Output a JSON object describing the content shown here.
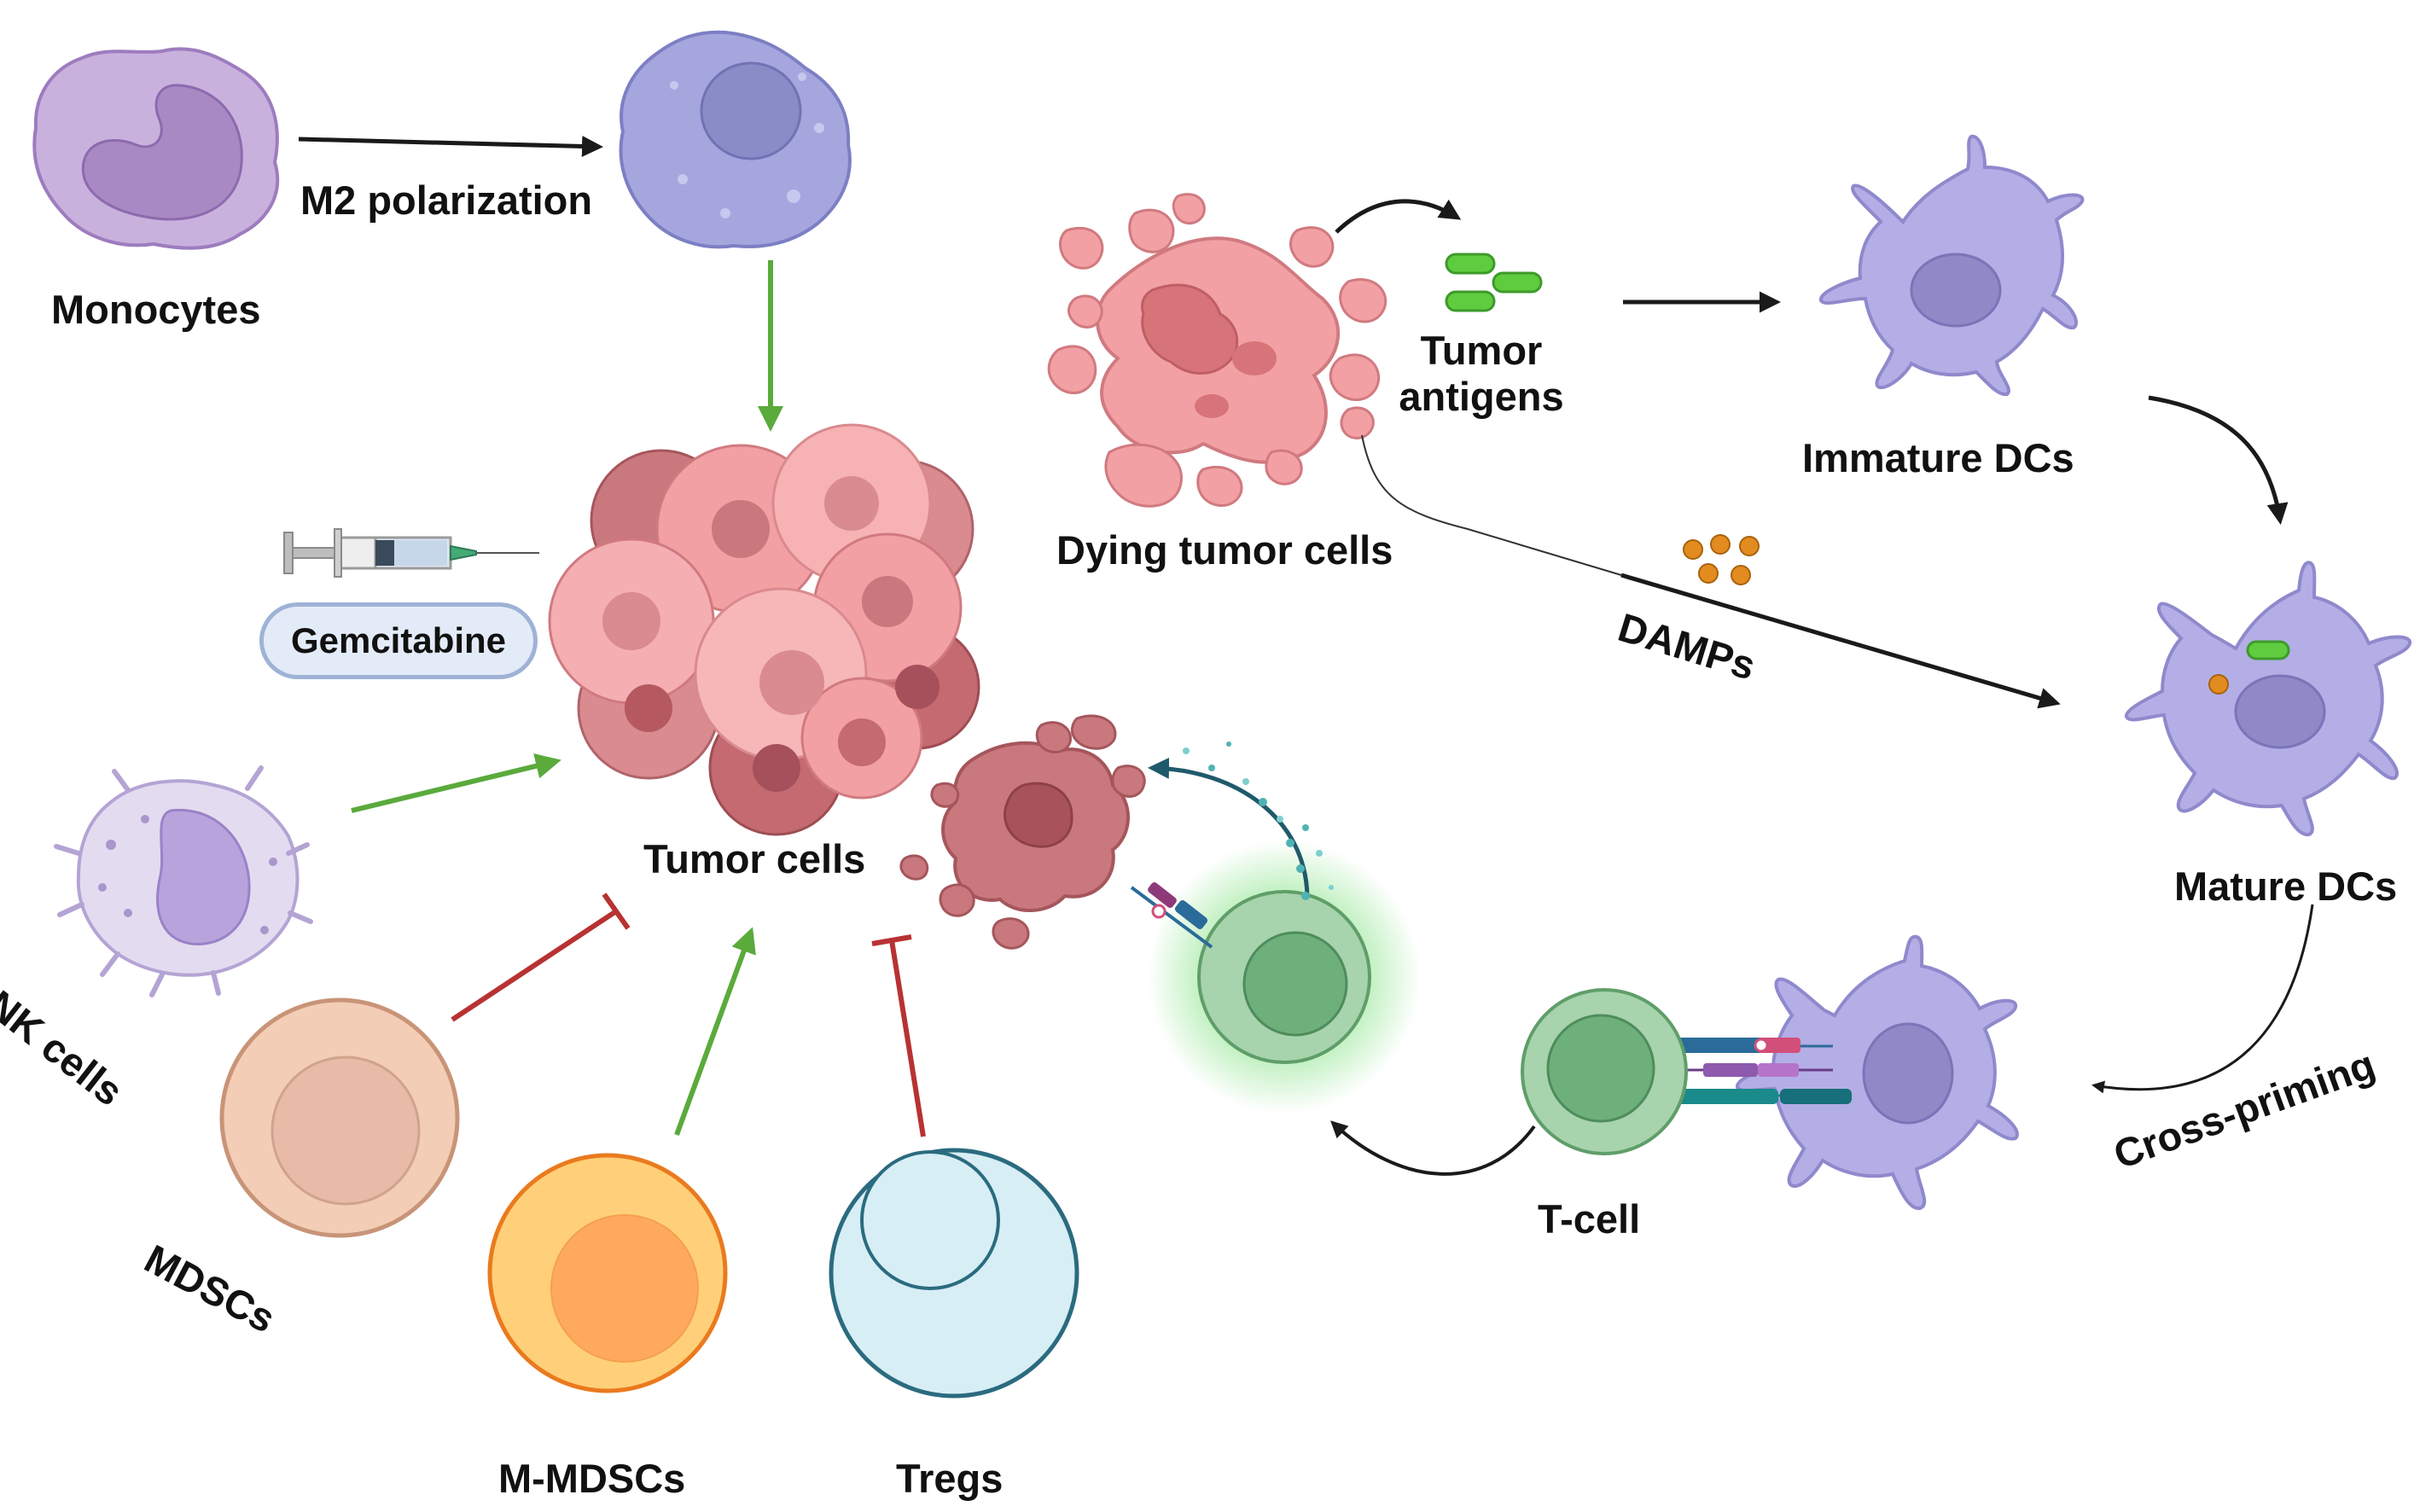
{
  "labels": {
    "monocytes": "Monocytes",
    "m2_polarization": "M2 polarization",
    "gemcitabine": "Gemcitabine",
    "tumor_cells": "Tumor cells",
    "nk_cells": "NK cells",
    "mdscs": "MDSCs",
    "m_mdscs": "M-MDSCs",
    "tregs": "Tregs",
    "dying_tumor_cells": "Dying tumor cells",
    "tumor_antigens_line1": "Tumor",
    "tumor_antigens_line2": "antigens",
    "immature_dcs": "Immature DCs",
    "damps": "DAMPs",
    "mature_dcs": "Mature DCs",
    "cross_priming": "Cross-priming",
    "t_cell": "T-cell"
  },
  "colors": {
    "activation_arrow": "#5aaa3c",
    "inhibition_arrow": "#b83232",
    "flow_arrow": "#1a1a1a",
    "monocyte": "#c9b1dd",
    "macrophage": "#a5a6de",
    "tumor": "#f2a0a3",
    "tumor_dark": "#c46a70",
    "dendritic_cell": "#b3aee6",
    "t_cell": "#9ccca3",
    "mdsc": "#f3cdb5",
    "m_mdsc": "#ffbd6b",
    "treg": "#d7eef5",
    "antigen": "#5fcc3f",
    "damp": "#e28b1f"
  }
}
